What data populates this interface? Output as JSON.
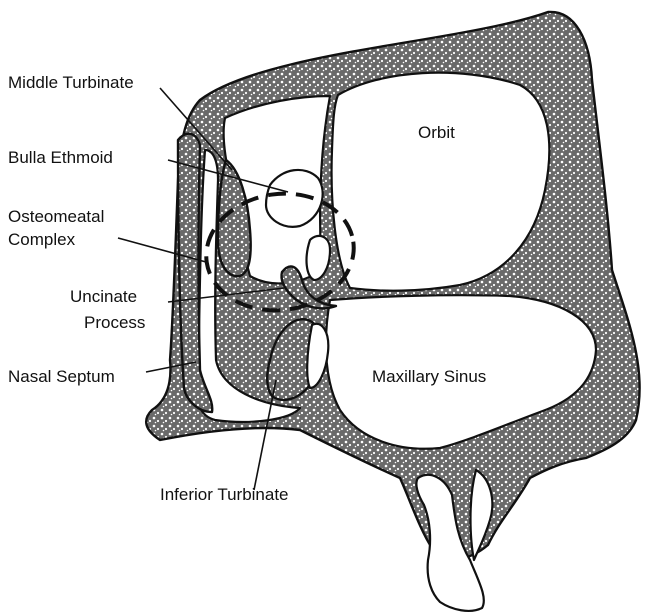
{
  "labels": {
    "middle_turbinate": "Middle Turbinate",
    "bulla_ethmoid": "Bulla Ethmoid",
    "osteomeatal_line1": "Osteomeatal",
    "osteomeatal_line2": "Complex",
    "uncinate_line1": "Uncinate",
    "uncinate_line2": "Process",
    "nasal_septum": "Nasal Septum",
    "orbit": "Orbit",
    "maxillary_sinus": "Maxillary Sinus",
    "inferior_turbinate": "Inferior Turbinate"
  },
  "colors": {
    "bone_fill": "#5a5a5a",
    "line": "#111111",
    "background": "#ffffff"
  }
}
